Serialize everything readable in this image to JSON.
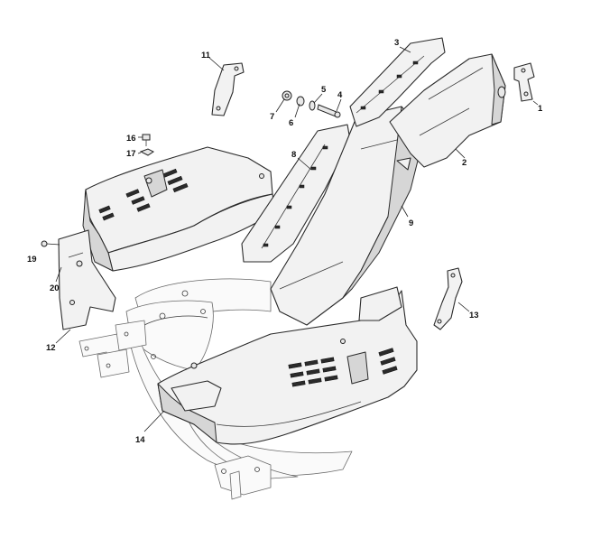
{
  "callouts": [
    {
      "label": "1",
      "part": "bracket-clip"
    },
    {
      "label": "2",
      "part": "upper-cover-right"
    },
    {
      "label": "3",
      "part": "upper-cover-left"
    },
    {
      "label": "4",
      "part": "rivet"
    },
    {
      "label": "5",
      "part": "washer"
    },
    {
      "label": "6",
      "part": "spacer"
    },
    {
      "label": "7",
      "part": "nut"
    },
    {
      "label": "8",
      "part": "side-panel-left"
    },
    {
      "label": "9",
      "part": "center-tunnel"
    },
    {
      "label": "11",
      "part": "mounting-bracket-upper"
    },
    {
      "label": "12",
      "part": "side-bracket-left"
    },
    {
      "label": "13",
      "part": "mounting-bracket-right"
    },
    {
      "label": "14",
      "part": "front-cover"
    },
    {
      "label": "16",
      "part": "bolt"
    },
    {
      "label": "17",
      "part": "lock-nut"
    },
    {
      "label": "19",
      "part": "screw"
    },
    {
      "label": "20",
      "part": "side-shield"
    }
  ],
  "colors": {
    "line": "#2a2a2a",
    "fill": "#f2f2f2",
    "slot": "#2b2b2b",
    "background": "#ffffff"
  }
}
